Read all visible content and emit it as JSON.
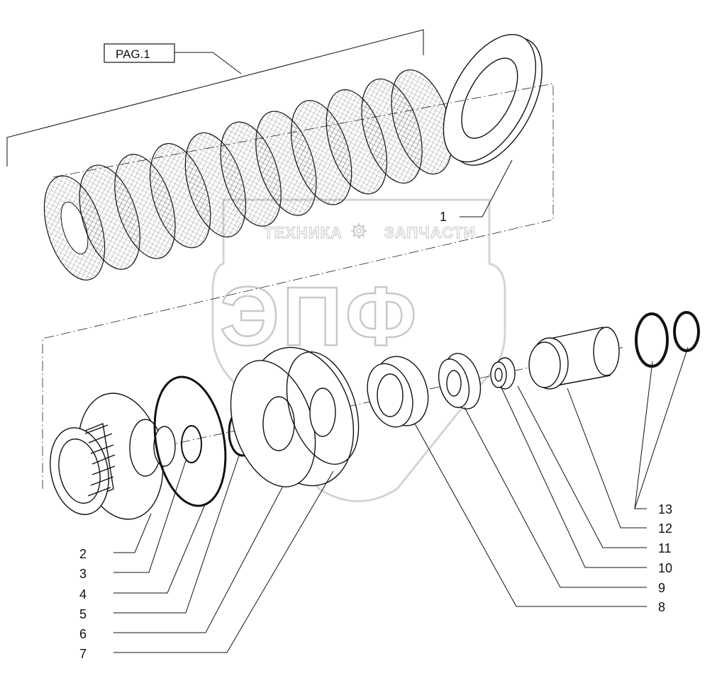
{
  "reference_box": {
    "label": "PAG.1"
  },
  "watermark": {
    "top_left_text": "ТЕХНИКА",
    "top_right_text": "ЗАПЧАСТИ",
    "big_text": "ЭПФ",
    "gear_icon": "gear-icon"
  },
  "callouts": [
    {
      "id": "1",
      "label": "1"
    },
    {
      "id": "2",
      "label": "2"
    },
    {
      "id": "3",
      "label": "3"
    },
    {
      "id": "4",
      "label": "4"
    },
    {
      "id": "5",
      "label": "5"
    },
    {
      "id": "6",
      "label": "6"
    },
    {
      "id": "7",
      "label": "7"
    },
    {
      "id": "8",
      "label": "8"
    },
    {
      "id": "9",
      "label": "9"
    },
    {
      "id": "10",
      "label": "10"
    },
    {
      "id": "11",
      "label": "11"
    },
    {
      "id": "12",
      "label": "12"
    },
    {
      "id": "13",
      "label": "13"
    }
  ]
}
